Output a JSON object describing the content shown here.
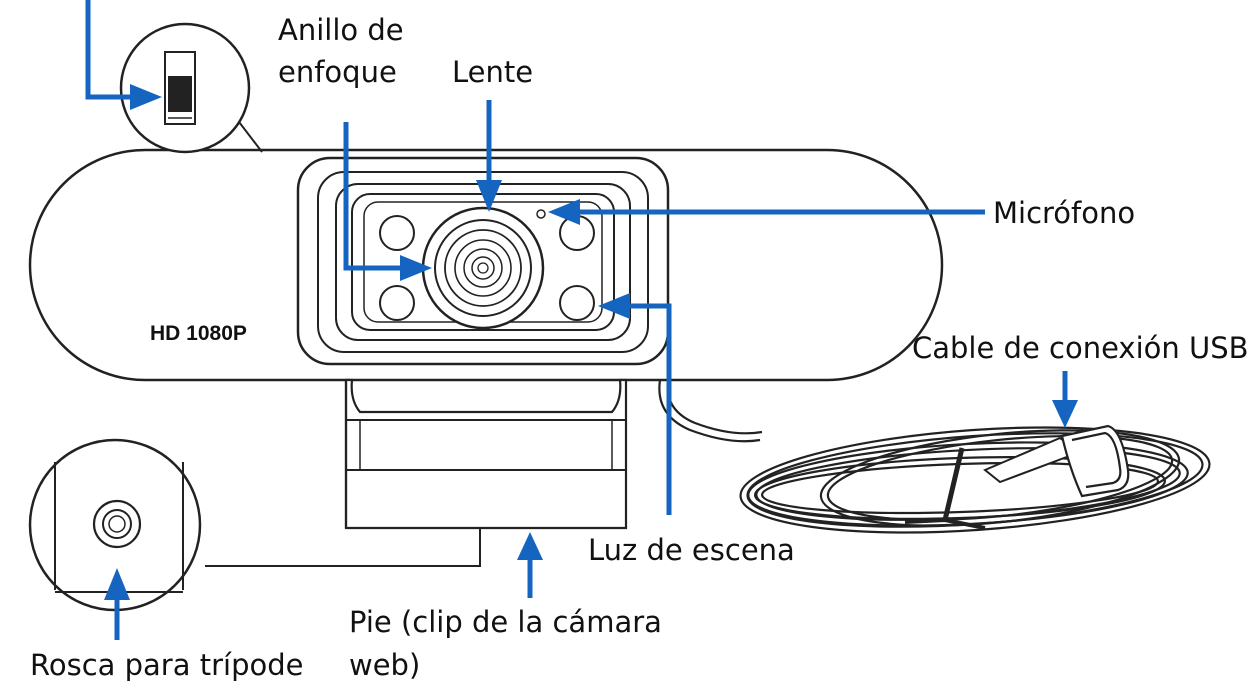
{
  "labels": {
    "focus_ring": [
      "Anillo de",
      "enfoque"
    ],
    "lens": "Lente",
    "microphone": "Micrófono",
    "usb_cable": "Cable de conexión USB",
    "scene_light": "Luz de escena",
    "foot": [
      "Pie (clip de la cámara",
      "web)"
    ],
    "tripod_thread": "Rosca para trípode"
  },
  "camera": {
    "model_text": "HD 1080P"
  },
  "colors": {
    "arrow": "#1565c0",
    "outline": "#222222",
    "text": "#111111",
    "background": "#ffffff"
  }
}
